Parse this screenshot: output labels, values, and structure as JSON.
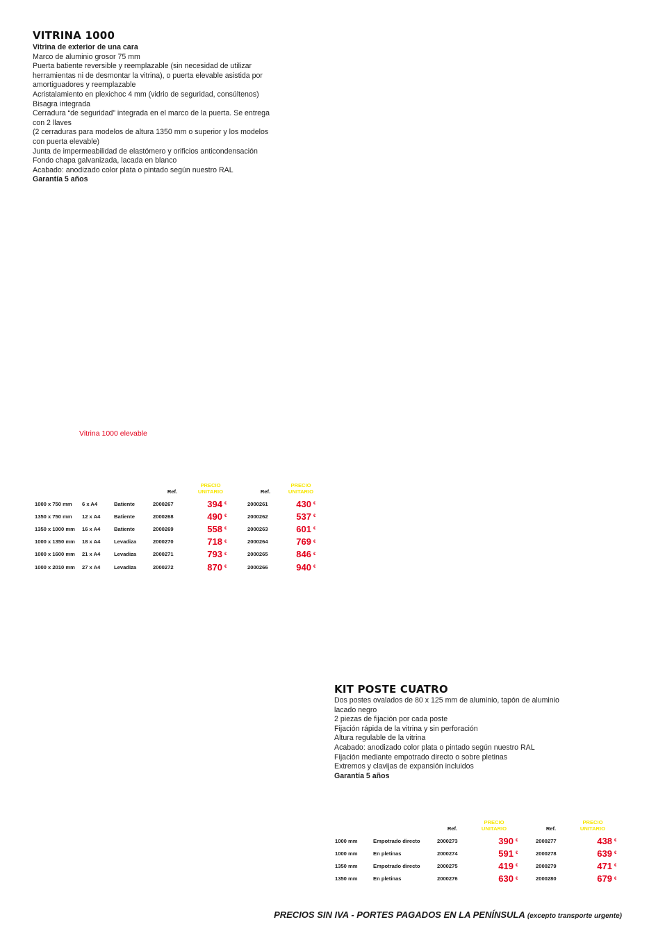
{
  "vitrina": {
    "title": "VITRINA 1000",
    "subtitle": "Vitrina de exterior de una cara",
    "lines": [
      "Marco de aluminio grosor 75 mm",
      "Puerta batiente reversible y reemplazable (sin necesidad de utilizar",
      "herramientas ni de desmontar la vitrina), o puerta elevable asistida por",
      "amortiguadores y reemplazable",
      "Acristalamiento en plexichoc 4 mm (vidrio de seguridad, consúltenos)",
      "Bisagra integrada",
      "Cerradura “de seguridad” integrada en el marco de la puerta. Se entrega",
      "con 2 llaves",
      "(2 cerraduras para modelos de altura 1350 mm o superior y los modelos",
      "con puerta elevable)",
      "Junta de impermeabilidad de elastómero y orificios anticondensación",
      "Fondo chapa galvanizada, lacada en blanco",
      "Acabado: anodizado color plata o pintado según nuestro RAL"
    ],
    "guarantee": "Garantía 5 años",
    "image_caption": "Vitrina 1000 elevable",
    "table": {
      "ref_header": "Ref.",
      "price_header_1": "PRECIO",
      "price_header_2": "UNITARIO",
      "currency": "€",
      "rows": [
        {
          "size": "1000 x 750 mm",
          "capacity": "6 x A4",
          "door": "Batiente",
          "ref1": "2000267",
          "price1": "394",
          "ref2": "2000261",
          "price2": "430"
        },
        {
          "size": "1350 x 750 mm",
          "capacity": "12 x A4",
          "door": "Batiente",
          "ref1": "2000268",
          "price1": "490",
          "ref2": "2000262",
          "price2": "537"
        },
        {
          "size": "1350 x 1000 mm",
          "capacity": "16 x A4",
          "door": "Batiente",
          "ref1": "2000269",
          "price1": "558",
          "ref2": "2000263",
          "price2": "601"
        },
        {
          "size": "1000 x 1350 mm",
          "capacity": "18 x A4",
          "door": "Levadiza",
          "ref1": "2000270",
          "price1": "718",
          "ref2": "2000264",
          "price2": "769"
        },
        {
          "size": "1000 x 1600 mm",
          "capacity": "21 x A4",
          "door": "Levadiza",
          "ref1": "2000271",
          "price1": "793",
          "ref2": "2000265",
          "price2": "846"
        },
        {
          "size": "1000 x 2010 mm",
          "capacity": "27 x A4",
          "door": "Levadiza",
          "ref1": "2000272",
          "price1": "870",
          "ref2": "2000266",
          "price2": "940"
        }
      ]
    }
  },
  "kit": {
    "title": "KIT POSTE CUATRO",
    "lines": [
      "Dos postes ovalados de 80 x 125 mm de aluminio, tapón de aluminio",
      "lacado negro",
      "2 piezas de fijación por cada poste",
      "Fijación rápida de la vitrina y sin perforación",
      "Altura regulable de la vitrina",
      "Acabado: anodizado color plata o pintado según nuestro RAL",
      "Fijación mediante empotrado directo o sobre pletinas",
      "Extremos y clavijas de expansión incluidos"
    ],
    "guarantee": "Garantía 5 años",
    "table": {
      "ref_header": "Ref.",
      "price_header_1": "PRECIO",
      "price_header_2": "UNITARIO",
      "currency": "€",
      "rows": [
        {
          "size": "1000 mm",
          "mount": "Empotrado directo",
          "ref1": "2000273",
          "price1": "390",
          "ref2": "2000277",
          "price2": "438"
        },
        {
          "size": "1000 mm",
          "mount": "En pletinas",
          "ref1": "2000274",
          "price1": "591",
          "ref2": "2000278",
          "price2": "639"
        },
        {
          "size": "1350 mm",
          "mount": "Empotrado directo",
          "ref1": "2000275",
          "price1": "419",
          "ref2": "2000279",
          "price2": "471"
        },
        {
          "size": "1350 mm",
          "mount": "En pletinas",
          "ref1": "2000276",
          "price1": "630",
          "ref2": "2000280",
          "price2": "679"
        }
      ]
    }
  },
  "footer": {
    "main": "PRECIOS SIN IVA - PORTES PAGADOS EN LA PENÍNSULA",
    "note": "(excepto transporte urgente)"
  }
}
